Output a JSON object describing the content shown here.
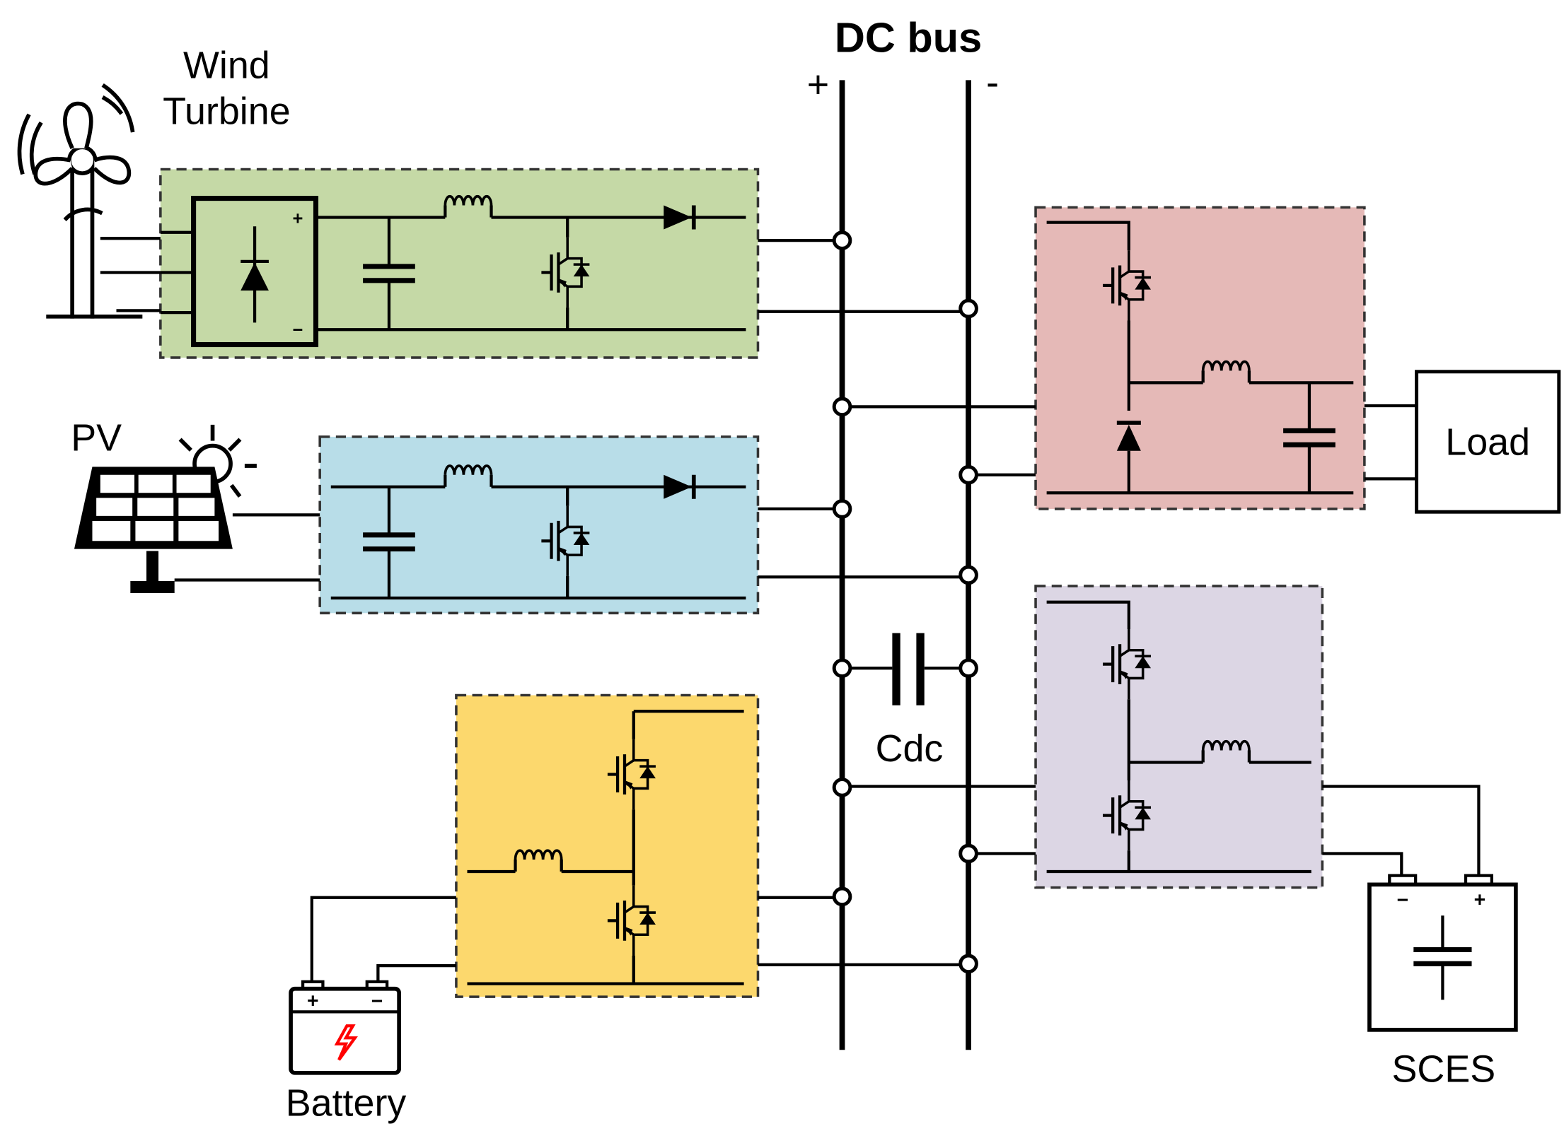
{
  "diagram": {
    "bus_title": "DC bus",
    "bus_plus": "+",
    "bus_minus": "-",
    "labels": {
      "wind": [
        "Wind",
        "Turbine"
      ],
      "pv": "PV",
      "battery": "Battery",
      "load": "Load",
      "sces": "SCES",
      "cdc": "Cdc"
    },
    "polarity": {
      "plus": "+",
      "minus": "−"
    },
    "colors": {
      "wind_converter": "#c5d9a6",
      "pv_converter": "#b8dde8",
      "battery_converter": "#fcd86d",
      "load_converter": "#e5b9b7",
      "sces_converter": "#dcd6e4",
      "battery_spark": "#ff0000"
    },
    "icons": [
      "wind-turbine-icon",
      "solar-panel-icon",
      "sun-icon",
      "battery-icon",
      "supercapacitor-icon"
    ]
  }
}
